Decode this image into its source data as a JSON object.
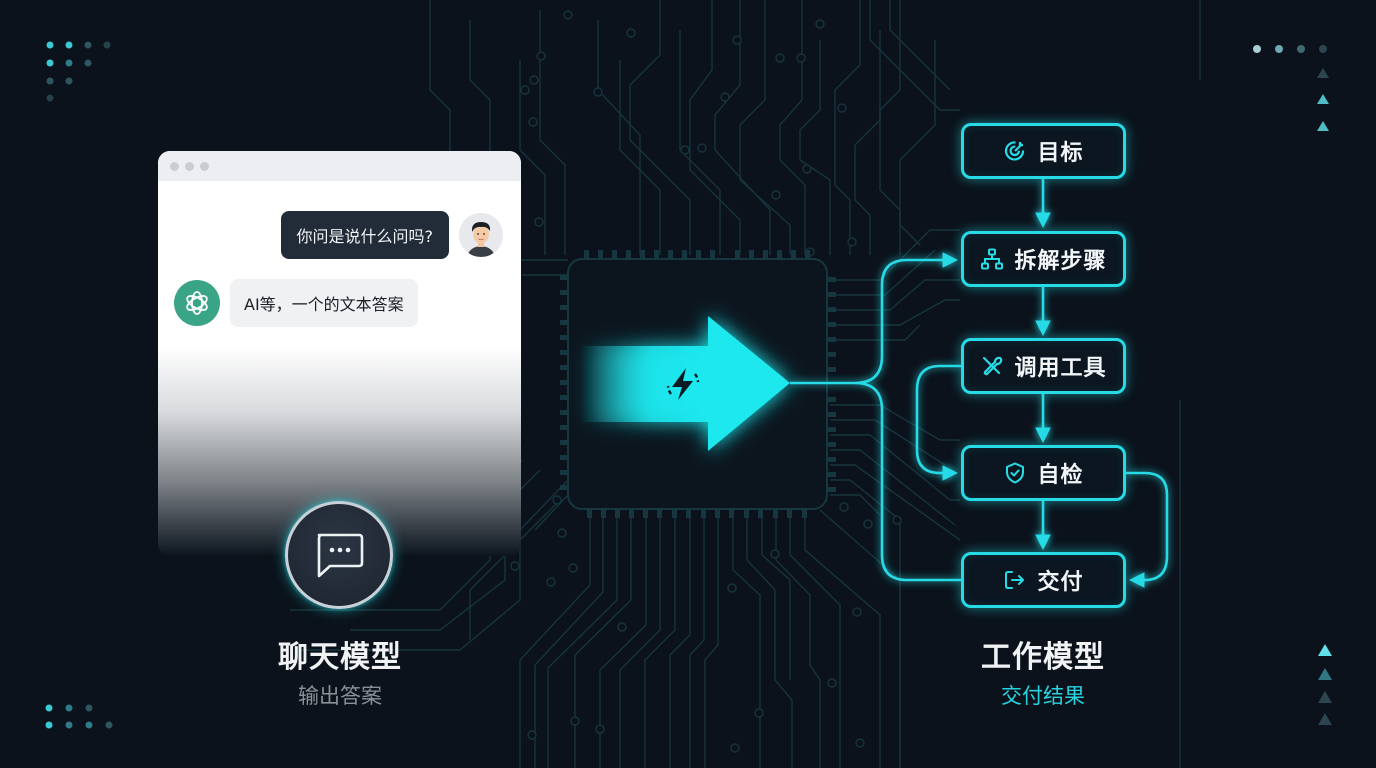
{
  "chat_panel": {
    "user_message": "你问是说什么问吗?",
    "ai_message": "AI等，一个的文本答案",
    "caption_title": "聊天模型",
    "caption_subtitle": "输出答案"
  },
  "center": {
    "icon": "lightning-bolt-icon",
    "arrow_color": "#1ee8ee"
  },
  "workflow": {
    "nodes": [
      {
        "label": "目标",
        "icon": "target-icon"
      },
      {
        "label": "拆解步骤",
        "icon": "hierarchy-icon"
      },
      {
        "label": "调用工具",
        "icon": "tools-icon"
      },
      {
        "label": "自检",
        "icon": "shield-check-icon"
      },
      {
        "label": "交付",
        "icon": "export-icon"
      }
    ],
    "caption_title": "工作模型",
    "caption_subtitle": "交付结果"
  },
  "colors": {
    "background": "#0b121b",
    "accent": "#27dbe6",
    "circuit": "#1a3a44"
  }
}
